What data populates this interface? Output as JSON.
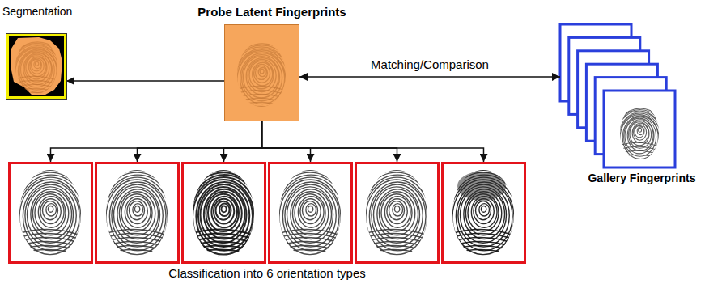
{
  "diagram": {
    "nodes": [
      {
        "text": [
          "Segmentation"
        ]
      },
      {
        "text": [
          "Probe Latent Fingerprints"
        ]
      },
      {
        "text": [
          "Gallery Fingerprints"
        ]
      },
      {
        "text": [
          "Classification into 6 orientation types"
        ]
      },
      {
        "text": [],
        "in": 3
      },
      {
        "text": [],
        "in": 3
      },
      {
        "text": [],
        "in": 3
      },
      {
        "text": [],
        "in": 3
      },
      {
        "text": [],
        "in": 3
      },
      {
        "text": [],
        "in": 3
      }
    ],
    "edges": [
      {
        "from": 1,
        "to": 0,
        "arrow": "to"
      },
      {
        "from": 1,
        "to": 2,
        "label": "Matching/Comparison",
        "arrow": "both"
      },
      {
        "from": 1,
        "to": 4,
        "arrow": "to"
      },
      {
        "from": 1,
        "to": 5,
        "arrow": "to"
      },
      {
        "from": 1,
        "to": 6,
        "arrow": "to"
      },
      {
        "from": 1,
        "to": 7,
        "arrow": "to"
      },
      {
        "from": 1,
        "to": 8,
        "arrow": "to"
      },
      {
        "from": 1,
        "to": 9,
        "arrow": "to"
      }
    ]
  }
}
